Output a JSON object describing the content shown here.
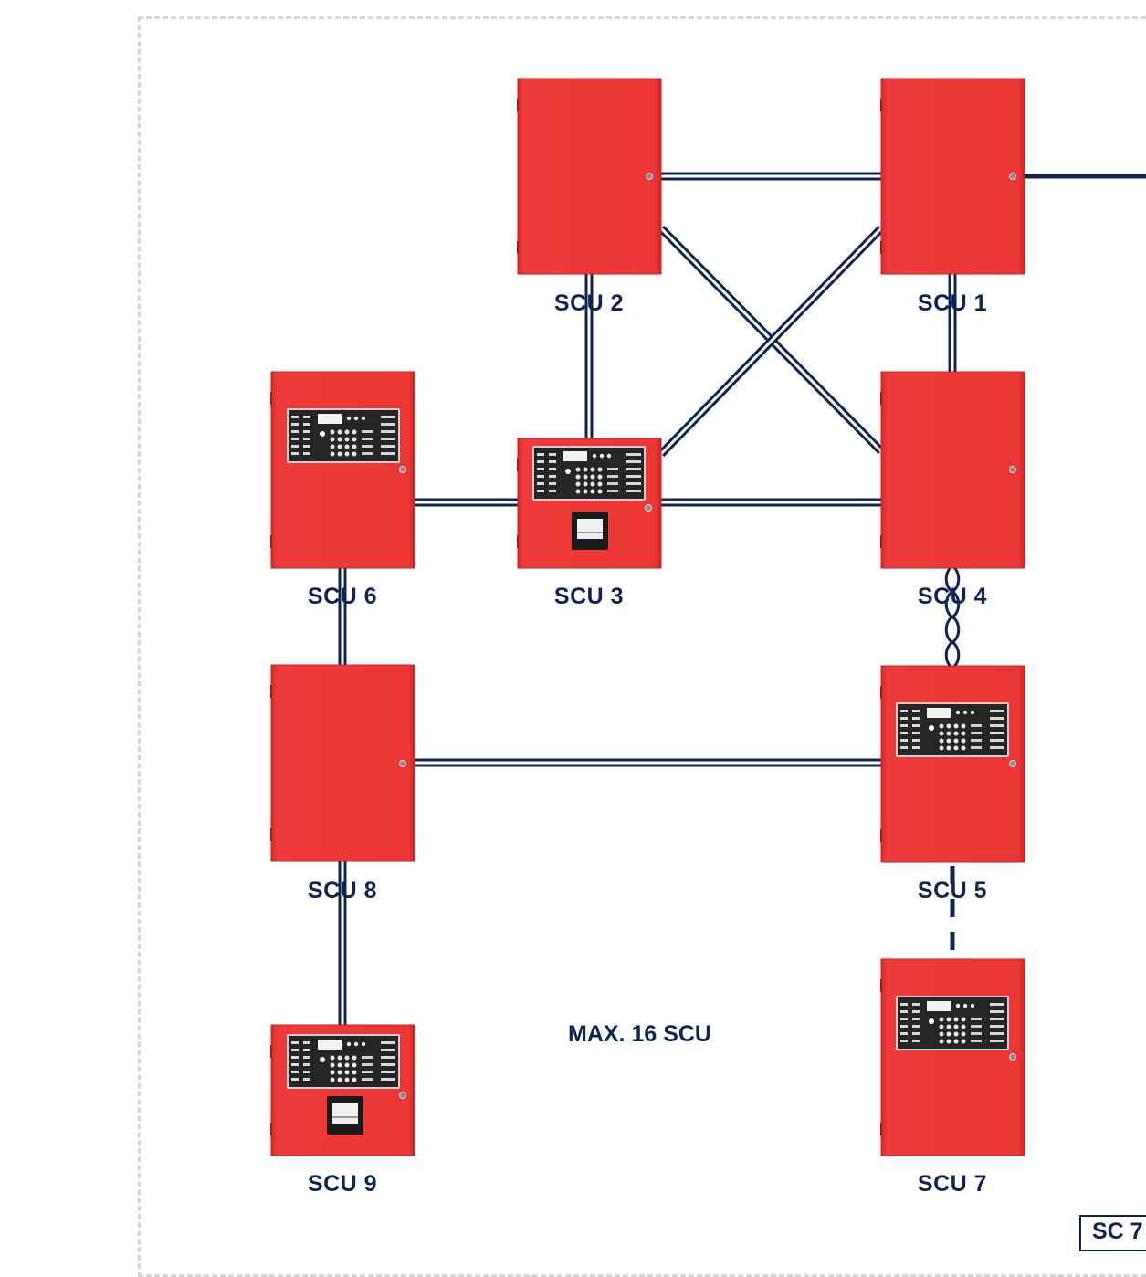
{
  "units": [
    {
      "id": "scu1",
      "label": "SCU 1",
      "panel": "enclosure"
    },
    {
      "id": "scu2",
      "label": "SCU 2",
      "panel": "enclosure"
    },
    {
      "id": "scu3",
      "label": "SCU 3",
      "panel": "keypad-printer"
    },
    {
      "id": "scu4",
      "label": "SCU 4",
      "panel": "enclosure"
    },
    {
      "id": "scu5",
      "label": "SCU 5",
      "panel": "keypad"
    },
    {
      "id": "scu6",
      "label": "SCU 6",
      "panel": "keypad"
    },
    {
      "id": "scu7",
      "label": "SCU 7",
      "panel": "keypad"
    },
    {
      "id": "scu8",
      "label": "SCU 8",
      "panel": "enclosure"
    },
    {
      "id": "scu9",
      "label": "SCU 9",
      "panel": "keypad-printer"
    }
  ],
  "connections": [
    {
      "from": "scu2",
      "to": "scu1",
      "style": "double-line"
    },
    {
      "from": "scu2",
      "to": "scu4",
      "style": "double-line"
    },
    {
      "from": "scu3",
      "to": "scu1",
      "style": "double-line"
    },
    {
      "from": "scu2",
      "to": "scu3",
      "style": "double-line"
    },
    {
      "from": "scu1",
      "to": "scu4",
      "style": "double-line"
    },
    {
      "from": "scu6",
      "to": "scu3",
      "style": "double-line"
    },
    {
      "from": "scu3",
      "to": "scu4",
      "style": "double-line"
    },
    {
      "from": "scu6",
      "to": "scu8",
      "style": "double-line"
    },
    {
      "from": "scu8",
      "to": "scu5",
      "style": "double-line"
    },
    {
      "from": "scu4",
      "to": "scu5",
      "style": "twisted-pair"
    },
    {
      "from": "scu8",
      "to": "scu9",
      "style": "double-line"
    },
    {
      "from": "scu5",
      "to": "scu7",
      "style": "dashed"
    },
    {
      "from": "scu1",
      "to": "external",
      "style": "single-line"
    }
  ],
  "caption": "MAX. 16 SCU",
  "corner_tag": "SC 7",
  "colors": {
    "enclosure_red": "#ec3434",
    "line_navy": "#0f2453",
    "frame_dash": "#d5d5de"
  }
}
